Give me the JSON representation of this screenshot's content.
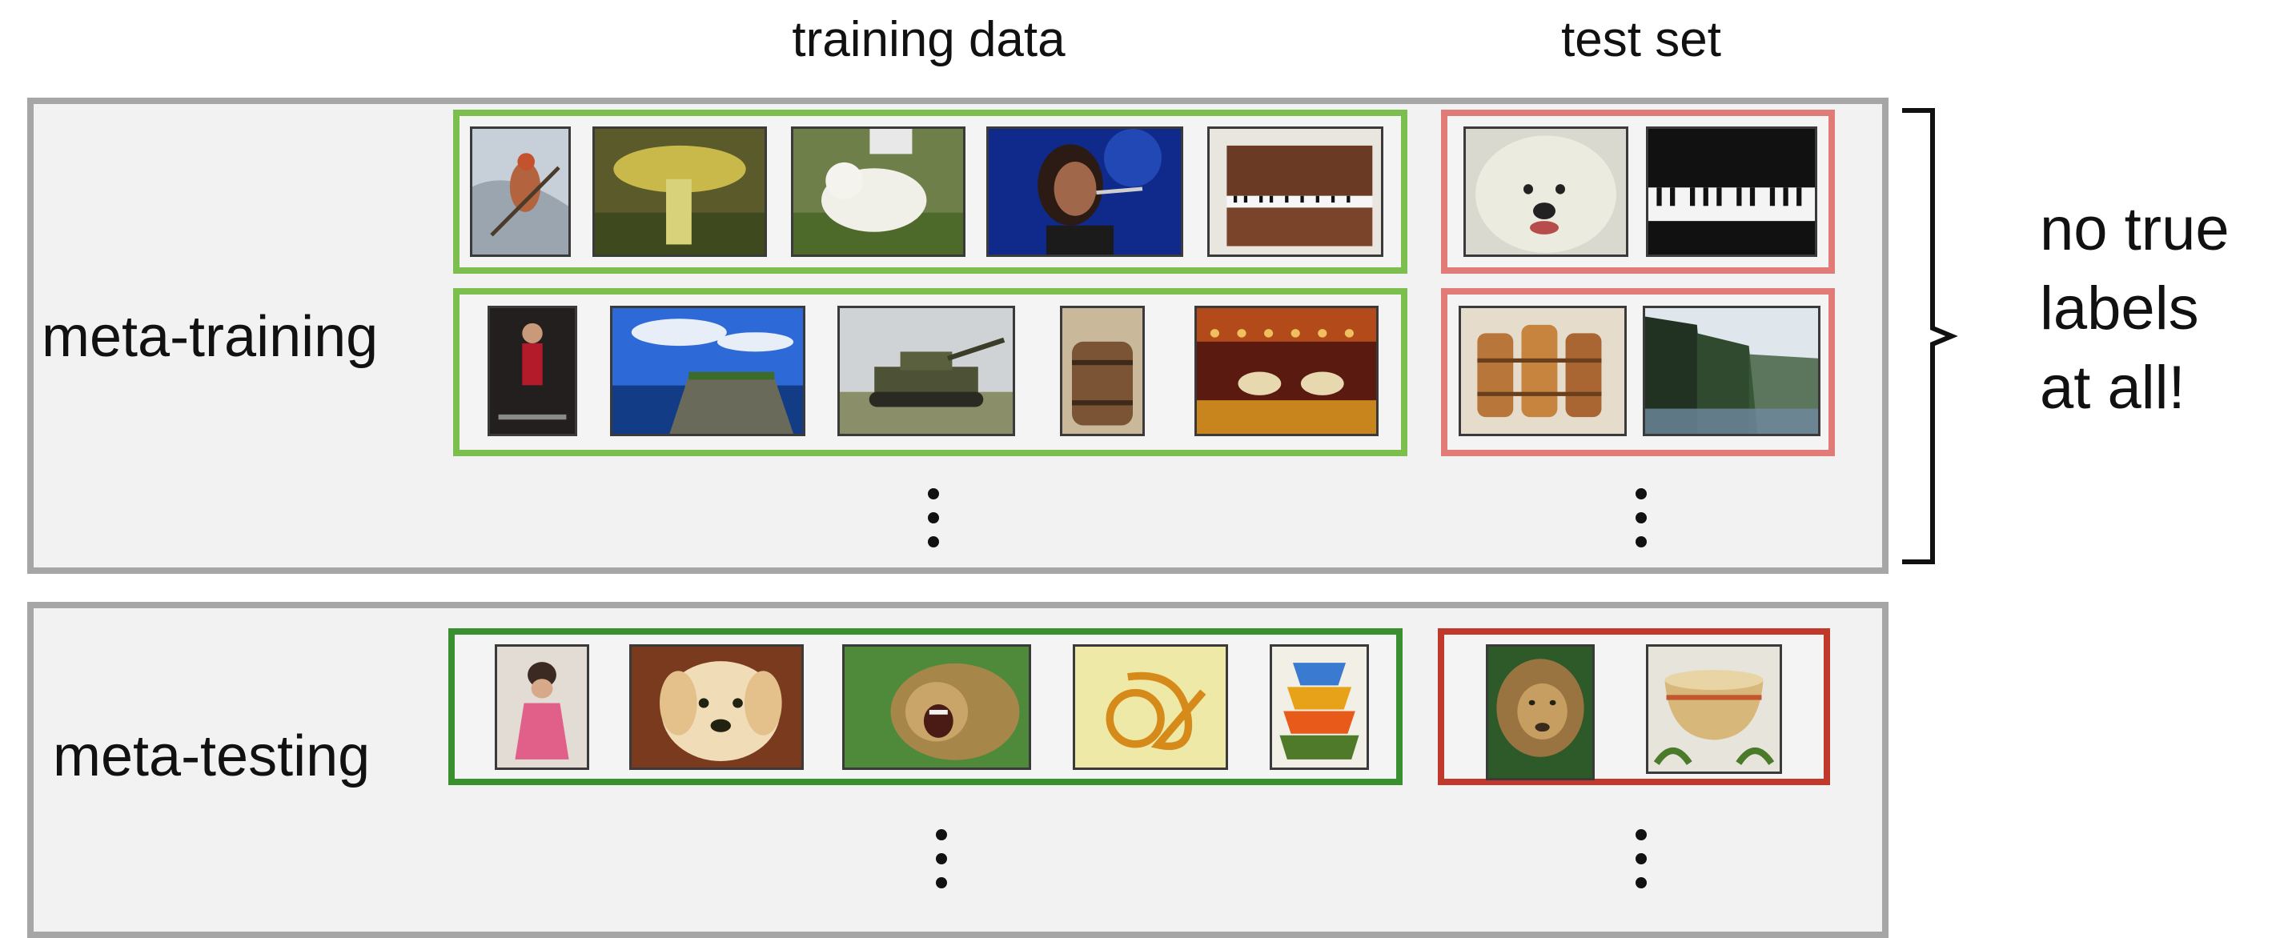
{
  "headers": {
    "training": "training data",
    "test": "test set"
  },
  "rows": {
    "meta_training": "meta-training",
    "meta_testing": "meta-testing"
  },
  "note": {
    "line1": "no true",
    "line2": "labels",
    "line3": "at all!"
  },
  "colors": {
    "panel_border": "#a6a6a6",
    "train_group_light": "#7cbf4f",
    "test_group_light": "#e07b78",
    "train_group_dark": "#3a8f2e",
    "test_group_dark": "#c0392b"
  },
  "images": {
    "meta_training_row1_train": [
      "bird",
      "mushroom",
      "white dog",
      "singer",
      "piano"
    ],
    "meta_training_row1_test": [
      "shaggy dog",
      "piano keys"
    ],
    "meta_training_row2_train": [
      "gymnast",
      "cliff coast",
      "tank",
      "barrel",
      "carousel"
    ],
    "meta_training_row2_test": [
      "barrels",
      "sea cliffs"
    ],
    "meta_testing_train": [
      "dancer",
      "golden retriever",
      "roaring lion",
      "knot symbol",
      "bowl stack"
    ],
    "meta_testing_test": [
      "lion",
      "bowl"
    ]
  }
}
